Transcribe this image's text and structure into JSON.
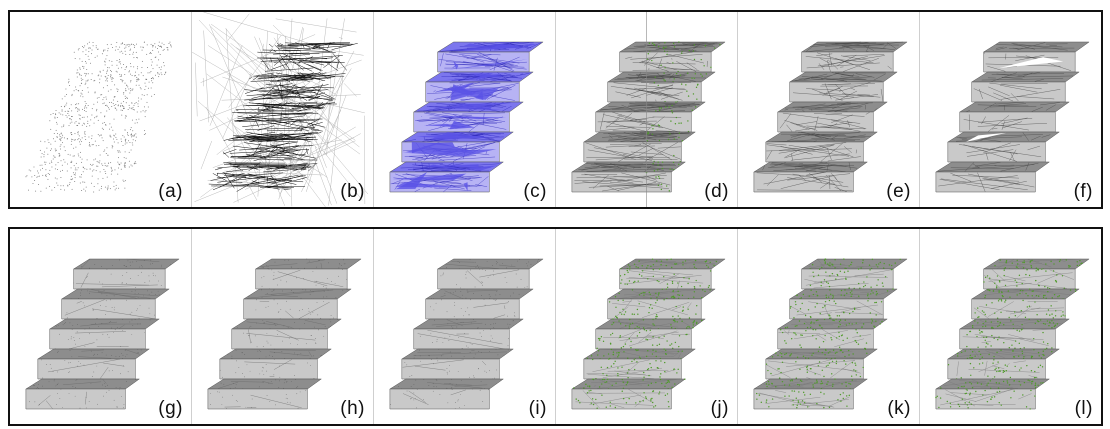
{
  "figure": {
    "top_row": [
      {
        "label": "(a)",
        "style": "points"
      },
      {
        "label": "(b)",
        "style": "lines"
      },
      {
        "label": "(c)",
        "style": "blue-mesh"
      },
      {
        "label": "(d)",
        "style": "split"
      },
      {
        "label": "(e)",
        "style": "coarse-mesh"
      },
      {
        "label": "(f)",
        "style": "holes-mesh"
      }
    ],
    "bottom_row": [
      {
        "label": "(g)",
        "style": "smooth"
      },
      {
        "label": "(h)",
        "style": "smooth"
      },
      {
        "label": "(i)",
        "style": "smooth"
      },
      {
        "label": "(j)",
        "style": "green"
      },
      {
        "label": "(k)",
        "style": "green"
      },
      {
        "label": "(l)",
        "style": "green"
      }
    ]
  },
  "colors": {
    "frame": "#111111",
    "tread": "#8d8d8d",
    "riser": "#c9c9c9",
    "blue": "#5a52e6",
    "green": "#4f9a2a",
    "ink": "#1a1a1a"
  }
}
